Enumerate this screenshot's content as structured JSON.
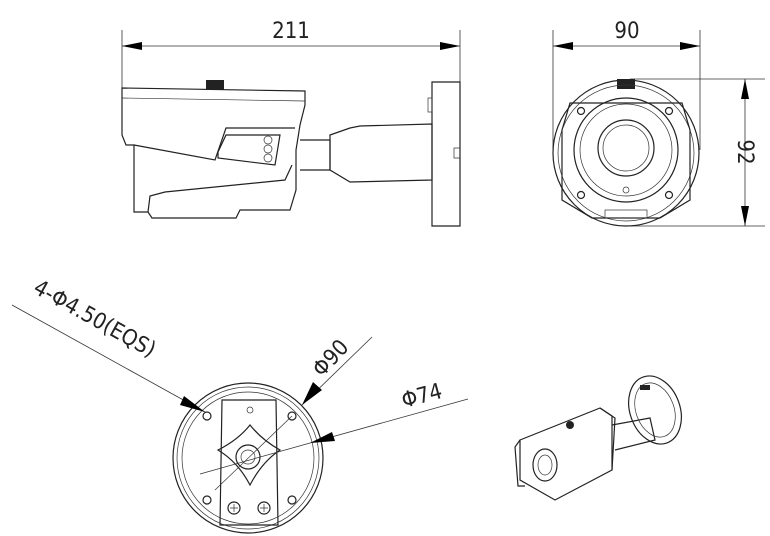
{
  "side_view": {
    "length_label": "211"
  },
  "front_view": {
    "width_label": "90",
    "height_label": "92"
  },
  "base_view": {
    "hole_label": "4-Φ4.50(EQS)",
    "outer_diameter_label": "Φ90",
    "hole_circle_label": "Φ74"
  },
  "colors": {
    "line": "#222222",
    "background": "#ffffff"
  }
}
